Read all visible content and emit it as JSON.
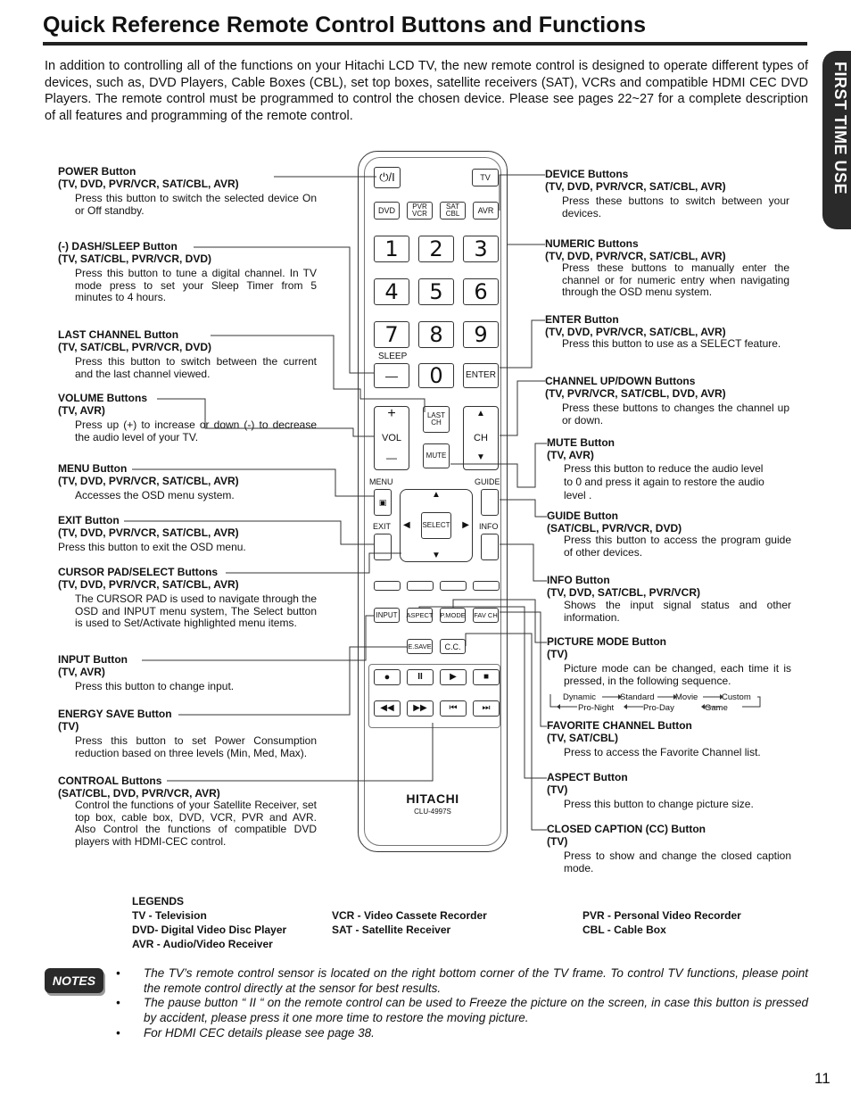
{
  "title": "Quick Reference Remote Control Buttons and Functions",
  "side_tab": "FIRST TIME USE",
  "intro": "In addition to controlling all of the functions on your Hitachi LCD TV, the new remote control is designed to operate different types of devices, such as, DVD Players, Cable Boxes (CBL), set top boxes, satellite receivers (SAT), VCRs and compatible HDMI CEC DVD Players. The remote control must be programmed to control the chosen device. Please see pages 22~27 for a complete description of all features and programming of the remote control.",
  "left_labels": [
    {
      "h1": "POWER Button",
      "h2": "(TV, DVD, PVR/VCR, SAT/CBL, AVR)",
      "d": "Press this button to switch the selected device On or Off standby."
    },
    {
      "h1": "(-) DASH/SLEEP Button",
      "h2": "(TV, SAT/CBL, PVR/VCR, DVD)",
      "d": "Press this button to tune a digital channel. In TV mode press to set your Sleep Timer from 5 minutes to 4 hours."
    },
    {
      "h1": "LAST CHANNEL Button",
      "h2": "(TV, SAT/CBL, PVR/VCR, DVD)",
      "d": "Press this button to switch between the current and the last channel viewed."
    },
    {
      "h1": "VOLUME Buttons",
      "h2": "(TV, AVR)",
      "d": "Press up (+) to increase or down (-) to decrease the audio level of your TV."
    },
    {
      "h1": "MENU Button",
      "h2": "(TV, DVD, PVR/VCR, SAT/CBL, AVR)",
      "d": "Accesses the OSD menu system."
    },
    {
      "h1": "EXIT Button",
      "h2": "(TV, DVD, PVR/VCR, SAT/CBL, AVR)",
      "d": "Press this button to exit the OSD menu."
    },
    {
      "h1": "CURSOR PAD/SELECT Buttons",
      "h2": "(TV, DVD, PVR/VCR, SAT/CBL, AVR)",
      "d": "The CURSOR PAD is used to navigate through the OSD and INPUT menu system, The Select button is used to Set/Activate highlighted menu items."
    },
    {
      "h1": "INPUT Button",
      "h2": "(TV, AVR)",
      "d": "Press this button to change input."
    },
    {
      "h1": "ENERGY SAVE Button",
      "h2": "(TV)",
      "d": "Press this button to set Power Consumption reduction based on three levels (Min, Med, Max)."
    },
    {
      "h1": "CONTROAL Buttons",
      "h2": "(SAT/CBL, DVD, PVR/VCR, AVR)",
      "d": "Control the functions of your Satellite Receiver, set top box, cable box, DVD, VCR, PVR and AVR. Also Control the functions of compatible DVD players with HDMI-CEC control."
    }
  ],
  "right_labels": [
    {
      "h1": "DEVICE Buttons",
      "h2": "(TV, DVD, PVR/VCR, SAT/CBL, AVR)",
      "d": "Press these buttons to switch between your devices."
    },
    {
      "h1": "NUMERIC Buttons",
      "h2": "(TV, DVD, PVR/VCR, SAT/CBL, AVR)",
      "d": "Press these buttons to manually enter the channel or for numeric entry when navigating through the OSD menu system."
    },
    {
      "h1": "ENTER Button",
      "h2": "(TV, DVD, PVR/VCR, SAT/CBL, AVR)",
      "d": "Press this button to use as a SELECT feature."
    },
    {
      "h1": "CHANNEL UP/DOWN Buttons",
      "h2": "(TV, PVR/VCR, SAT/CBL, DVD, AVR)",
      "d": "Press these buttons to changes the channel up or down."
    },
    {
      "h1": "MUTE Button",
      "h2": "(TV, AVR)",
      "d": "Press this button to reduce the audio level to 0 and press it again to restore the audio level ."
    },
    {
      "h1": "GUIDE Button",
      "h2": "(SAT/CBL, PVR/VCR, DVD)",
      "d": "Press this button to access the program guide of other devices."
    },
    {
      "h1": "INFO Button",
      "h2": "(TV, DVD, SAT/CBL, PVR/VCR)",
      "d": "Shows the input signal status and other information."
    },
    {
      "h1": "PICTURE MODE Button",
      "h2": "(TV)",
      "d": "Picture mode can be changed, each time it is pressed, in the following sequence."
    },
    {
      "h1": "FAVORITE CHANNEL Button",
      "h2": "(TV, SAT/CBL)",
      "d": "Press to access the Favorite Channel list."
    },
    {
      "h1": "ASPECT Button",
      "h2": "(TV)",
      "d": "Press this button to change picture size."
    },
    {
      "h1": "CLOSED CAPTION (CC) Button",
      "h2": "(TV)",
      "d": "Press to show and change the closed caption mode."
    }
  ],
  "picture_sequence": {
    "top": [
      "Dynamic",
      "Standard",
      "Movie",
      "Custom"
    ],
    "bottom": [
      "Pro-Night",
      "Pro-Day",
      "Game"
    ]
  },
  "remote": {
    "power": "⏻/I",
    "tv": "TV",
    "dvd": "DVD",
    "pvr_vcr": "PVR VCR",
    "sat_cbl": "SAT CBL",
    "avr": "AVR",
    "numbers": [
      "1",
      "2",
      "3",
      "4",
      "5",
      "6",
      "7",
      "8",
      "9"
    ],
    "sleep": "SLEEP",
    "dash": "—",
    "zero": "0",
    "enter": "ENTER",
    "vol": "VOL",
    "vol_plus": "+",
    "vol_minus": "—",
    "last_ch": "LAST CH",
    "mute": "MUTE",
    "ch": "CH",
    "menu": "MENU",
    "guide": "GUIDE",
    "exit": "EXIT",
    "info": "INFO",
    "select": "SELECT",
    "input": "INPUT",
    "aspect": "ASPECT",
    "pmode": "P.MODE",
    "fav": "FAV CH",
    "esave": "E.SAVE",
    "cc": "C.C.",
    "brand": "HITACHI",
    "model": "CLU-4997S"
  },
  "legends": {
    "heading": "LEGENDS",
    "col1": [
      "TV - Television",
      "DVD- Digital Video Disc Player",
      "AVR - Audio/Video Receiver"
    ],
    "col2": [
      "VCR - Video Cassete Recorder",
      "SAT - Satellite Receiver"
    ],
    "col3": [
      "PVR - Personal Video Recorder",
      "CBL - Cable Box"
    ]
  },
  "notes": {
    "badge": "NOTES",
    "bullet": "•",
    "items": [
      "The TV’s remote control sensor is located on the right bottom corner of the TV frame. To control TV functions, please point the remote control directly at the sensor for best results.",
      "The pause button “ II “ on the remote control can be used to Freeze the picture on the screen, in case this button is pressed by accident, please press it one more time to restore the moving picture.",
      "For HDMI CEC details please see page 38."
    ]
  },
  "page_number": "11"
}
